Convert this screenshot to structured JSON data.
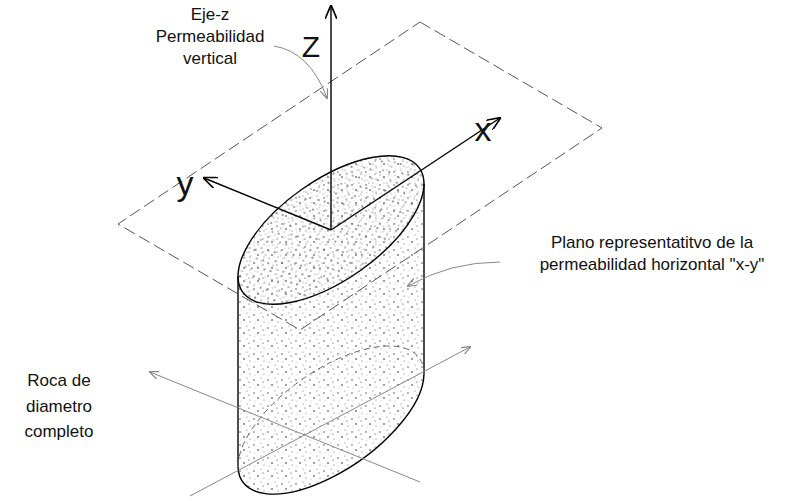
{
  "diagram": {
    "labels": [
      "Eje-z Permeabilidad vertical",
      "Z",
      "y",
      "x",
      "Plano representatitvo de la permeabilidad horizontal \"x-y\"",
      "Roca de diametro completo"
    ]
  }
}
